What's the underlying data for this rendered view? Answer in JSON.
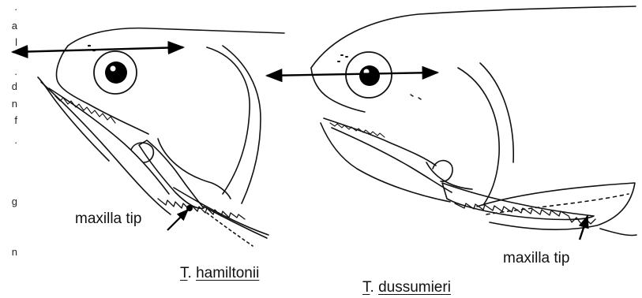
{
  "labels": {
    "maxilla_left": "maxilla tip",
    "maxilla_right": "maxilla tip",
    "species_left": {
      "genus": "T",
      "name": "hamiltonii"
    },
    "species_right": {
      "genus": "T",
      "name": "dussumieri"
    }
  },
  "edge_fragments": [
    ".",
    "a",
    "l",
    ".",
    "d",
    "n",
    "f",
    ".",
    "g",
    "n"
  ]
}
